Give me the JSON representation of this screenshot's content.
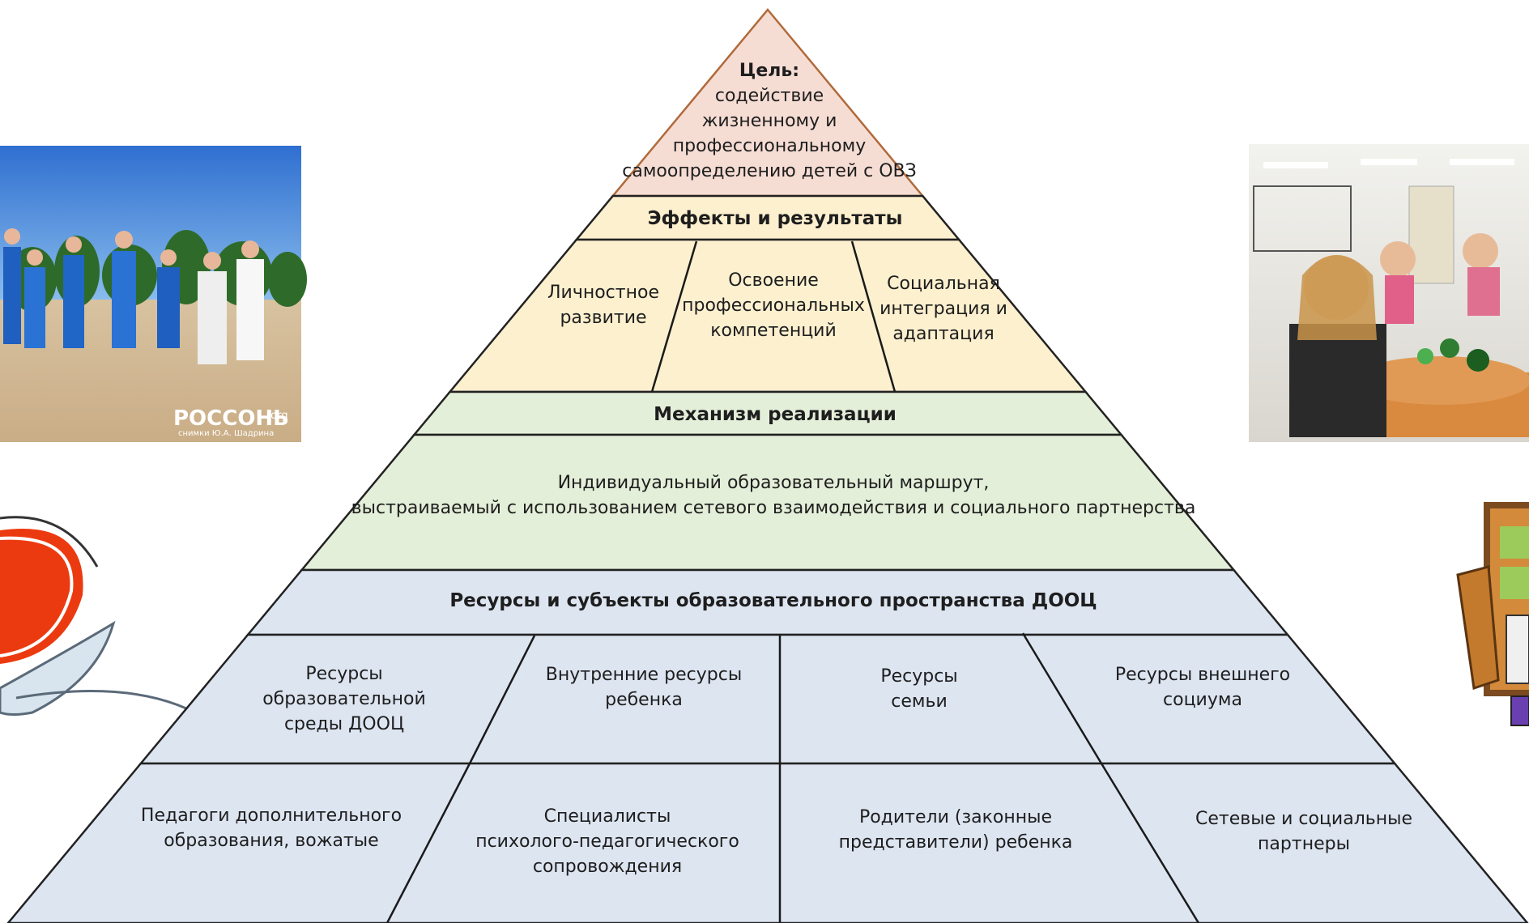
{
  "goal": {
    "title": "Цель:",
    "lines": [
      "содействие",
      "жизненному и",
      "профессиональному",
      "самоопределению детей с ОВЗ"
    ]
  },
  "effects": {
    "header": "Эффекты и результаты",
    "items": [
      {
        "lines": [
          "Личностное",
          "развитие"
        ]
      },
      {
        "lines": [
          "Освоение",
          "профессиональных",
          "компетенций"
        ]
      },
      {
        "lines": [
          "Социальная",
          "интеграция и",
          "адаптация"
        ]
      }
    ]
  },
  "mechanism": {
    "header": "Механизм реализации",
    "lines": [
      "Индивидуальный образовательный маршрут,",
      "выстраиваемый с использованием сетевого взаимодействия и социального партнерства"
    ]
  },
  "resources": {
    "header": "Ресурсы и субъекты образовательного пространства ДООЦ",
    "row1": [
      {
        "lines": [
          "Ресурсы",
          "образовательной",
          "среды ДООЦ"
        ]
      },
      {
        "lines": [
          "Внутренние ресурсы",
          "ребенка"
        ]
      },
      {
        "lines": [
          "Ресурсы",
          "семьи"
        ]
      },
      {
        "lines": [
          "Ресурсы внешнего",
          "социума"
        ]
      }
    ],
    "row2": [
      {
        "lines": [
          "Педагоги дополнительного",
          "образования, вожатые"
        ]
      },
      {
        "lines": [
          "Специалисты",
          "психолого-педагогического",
          "сопровождения"
        ]
      },
      {
        "lines": [
          "Родители (законные",
          "представители) ребенка"
        ]
      },
      {
        "lines": [
          "Сетевые и социальные",
          "партнеры"
        ]
      }
    ]
  },
  "photo_left": {
    "watermark": "РОССОНЬ",
    "watermark_suffix": ".org",
    "credit": "снимки Ю.А. Шадрина"
  },
  "colors": {
    "goal_fill": "#f6ddd4",
    "effects_fill": "#fdf0cf",
    "mechanism_fill": "#e4efd9",
    "resources_fill": "#dde5f1",
    "outline_top": "#b06a3a",
    "outline_mid": "#222222"
  }
}
